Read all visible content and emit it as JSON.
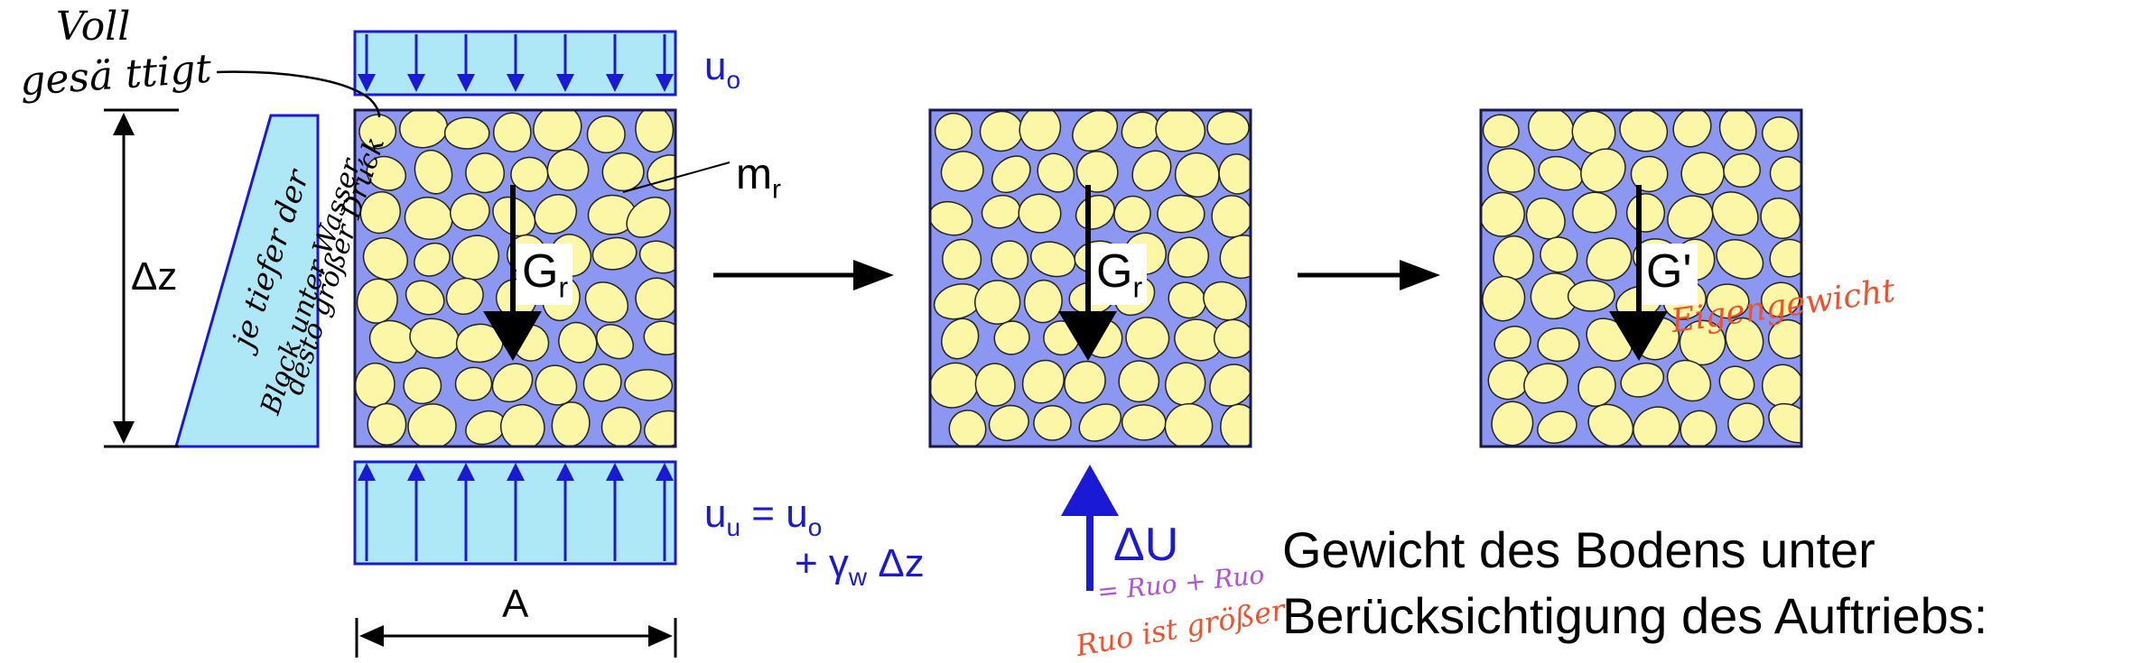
{
  "colors": {
    "water_blue": "#aee8f6",
    "load_outline": "#1a1ad6",
    "pore_blue": "#8c97f2",
    "grain_yellow": "#fbf7a6",
    "annotation_red": "#f0502a",
    "annotation_purple": "#b050e0"
  },
  "labels": {
    "u_top_main": "u",
    "u_top_sub": "o",
    "m_main": "m",
    "m_sub": "r",
    "dz": "Δz",
    "g1_main": "G",
    "g1_sub": "r",
    "g2_main": "G",
    "g2_sub": "r",
    "g3": "G'",
    "uu_main": "u",
    "uu_sub": "u",
    "uu_eq": "= u",
    "uu_eq_sub": "o",
    "gamma_line_plus": "+ γ",
    "gamma_sub": "w",
    "gamma_dz": "Δz",
    "width_A": "A",
    "delta_u": "ΔU"
  },
  "caption": {
    "line1": "Gewicht des Bodens unter",
    "line2": "Berücksichtigung des Auftriebs:"
  },
  "handwriting": {
    "top_left_1": "Voll",
    "top_left_2": "gesä ttigt",
    "diagonal_note_1": "je tiefer der",
    "diagonal_note_2": "Block unter Wasser,",
    "diagonal_note_3": "desto größer Druck",
    "eigengewicht": "Eigengewicht",
    "purple_eq": "= Ruo + Ruo",
    "red_note": "Ruo ist größer"
  }
}
